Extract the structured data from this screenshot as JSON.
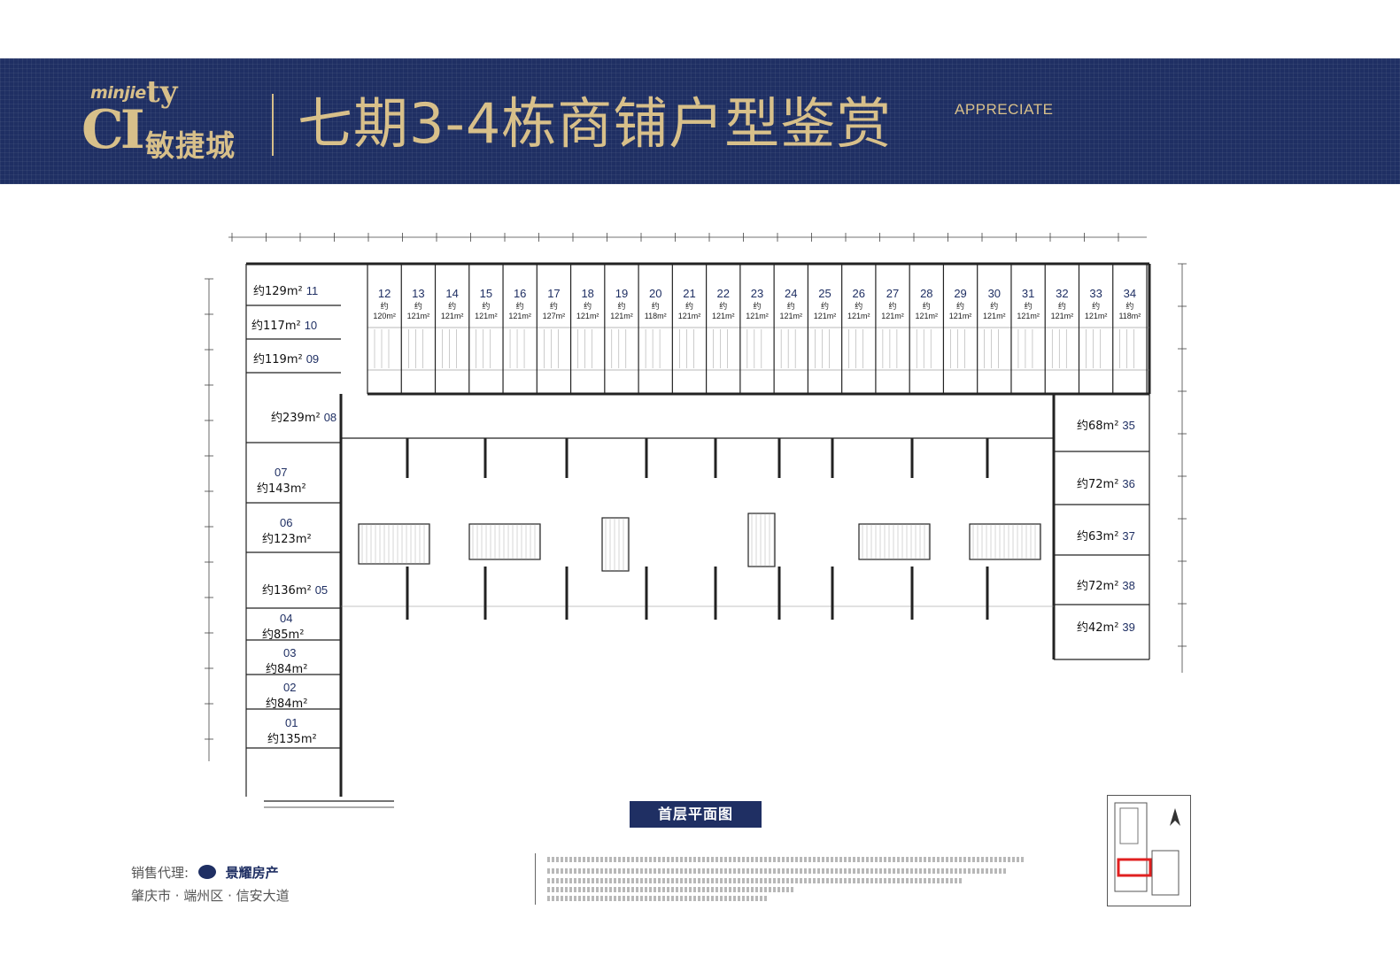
{
  "header": {
    "logo_latin_prefix": "minjie",
    "logo_latin_suffix": "ty",
    "logo_ci": "CI",
    "logo_cn": "敏捷城",
    "title": "七期3-4栋商铺户型鉴赏",
    "subtitle": "APPRECIATE"
  },
  "plan": {
    "caption": "首层平面图",
    "area_prefix": "约",
    "top_shops": [
      {
        "num": "12",
        "area": "120m²"
      },
      {
        "num": "13",
        "area": "121m²"
      },
      {
        "num": "14",
        "area": "121m²"
      },
      {
        "num": "15",
        "area": "121m²"
      },
      {
        "num": "16",
        "area": "121m²"
      },
      {
        "num": "17",
        "area": "127m²"
      },
      {
        "num": "18",
        "area": "121m²"
      },
      {
        "num": "19",
        "area": "121m²"
      },
      {
        "num": "20",
        "area": "118m²"
      },
      {
        "num": "21",
        "area": "121m²"
      },
      {
        "num": "22",
        "area": "121m²"
      },
      {
        "num": "23",
        "area": "121m²"
      },
      {
        "num": "24",
        "area": "121m²"
      },
      {
        "num": "25",
        "area": "121m²"
      },
      {
        "num": "26",
        "area": "121m²"
      },
      {
        "num": "27",
        "area": "121m²"
      },
      {
        "num": "28",
        "area": "121m²"
      },
      {
        "num": "29",
        "area": "121m²"
      },
      {
        "num": "30",
        "area": "121m²"
      },
      {
        "num": "31",
        "area": "121m²"
      },
      {
        "num": "32",
        "area": "121m²"
      },
      {
        "num": "33",
        "area": "121m²"
      },
      {
        "num": "34",
        "area": "118m²"
      }
    ],
    "left_shops": [
      {
        "num": "11",
        "area": "约129m²"
      },
      {
        "num": "10",
        "area": "约117m²"
      },
      {
        "num": "09",
        "area": "约119m²"
      },
      {
        "num": "08",
        "area": "约239m²"
      },
      {
        "num": "07",
        "area": "约143m²"
      },
      {
        "num": "06",
        "area": "约123m²"
      },
      {
        "num": "05",
        "area": "约136m²"
      },
      {
        "num": "04",
        "area": "约85m²"
      },
      {
        "num": "03",
        "area": "约84m²"
      },
      {
        "num": "02",
        "area": "约84m²"
      },
      {
        "num": "01",
        "area": "约135m²"
      }
    ],
    "right_shops": [
      {
        "num": "35",
        "area": "约68m²"
      },
      {
        "num": "36",
        "area": "约72m²"
      },
      {
        "num": "37",
        "area": "约63m²"
      },
      {
        "num": "38",
        "area": "约72m²"
      },
      {
        "num": "39",
        "area": "约42m²"
      }
    ]
  },
  "footer": {
    "agent_label": "销售代理:",
    "agent_brand": "景耀房产",
    "address": "肇庆市 · 端州区 · 信安大道"
  },
  "colors": {
    "navy": "#1f2f63",
    "gold": "#d8c08a",
    "keymap_highlight": "#e02020"
  }
}
